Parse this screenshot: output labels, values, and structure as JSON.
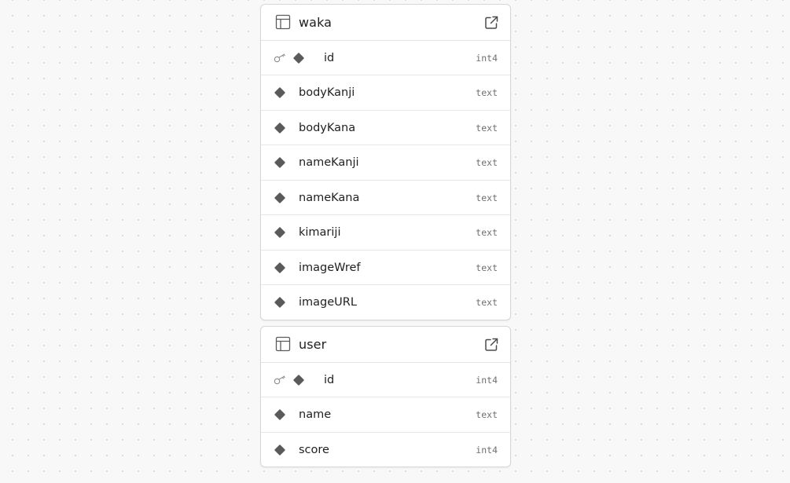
{
  "tables": [
    {
      "name": "waka",
      "icons": {
        "table": "table-icon",
        "open": "external-link-icon"
      },
      "columns": [
        {
          "name": "id",
          "type": "int4",
          "primary_key": true
        },
        {
          "name": "bodyKanji",
          "type": "text",
          "primary_key": false
        },
        {
          "name": "bodyKana",
          "type": "text",
          "primary_key": false
        },
        {
          "name": "nameKanji",
          "type": "text",
          "primary_key": false
        },
        {
          "name": "nameKana",
          "type": "text",
          "primary_key": false
        },
        {
          "name": "kimariji",
          "type": "text",
          "primary_key": false
        },
        {
          "name": "imageWref",
          "type": "text",
          "primary_key": false
        },
        {
          "name": "imageURL",
          "type": "text",
          "primary_key": false
        }
      ]
    },
    {
      "name": "user",
      "icons": {
        "table": "table-icon",
        "open": "external-link-icon"
      },
      "columns": [
        {
          "name": "id",
          "type": "int4",
          "primary_key": true
        },
        {
          "name": "name",
          "type": "text",
          "primary_key": false
        },
        {
          "name": "score",
          "type": "int4",
          "primary_key": false
        }
      ]
    }
  ],
  "colors": {
    "background": "#f8f8f8",
    "card": "#ffffff",
    "diamond": "#5a5a5a",
    "type_text": "#6f6f6f"
  }
}
